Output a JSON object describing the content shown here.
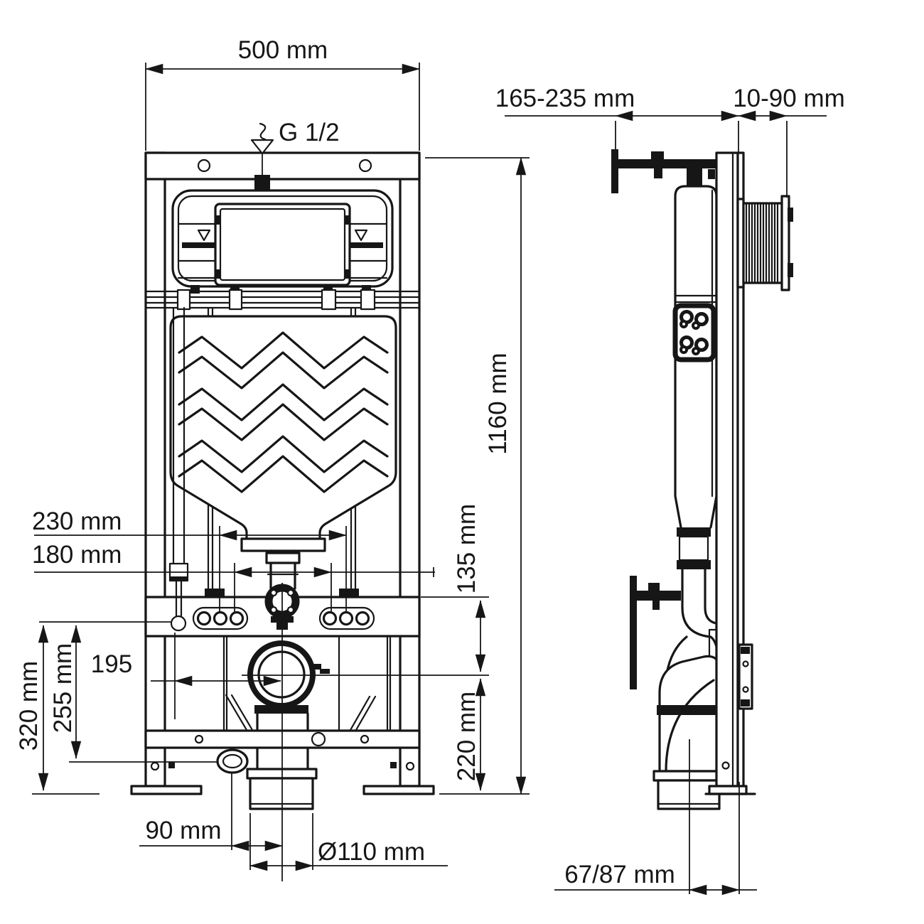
{
  "drawing": {
    "dimensions": {
      "frame_width": "500 mm",
      "water_inlet": "G 1/2",
      "frame_height": "1160 mm",
      "fixing_spacing_wide": "230 mm",
      "fixing_spacing_narrow": "180 mm",
      "crossbar_to_outlet": "135 mm",
      "outlet_offset": "195",
      "side_port_height": "255 mm",
      "bracket_height": "320 mm",
      "outlet_height": "220 mm",
      "side_port_offset": "90 mm",
      "outlet_diameter": "Ø110 mm",
      "wall_to_frame": "165-235 mm",
      "front_adjustment": "10-90 mm",
      "outlet_wall_distance": "67/87 mm"
    }
  }
}
